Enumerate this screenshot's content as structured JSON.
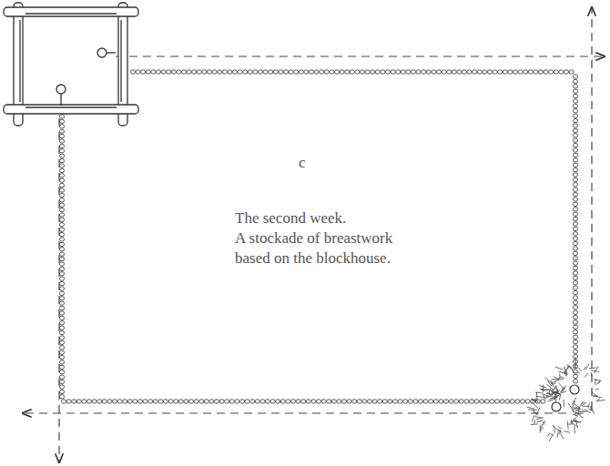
{
  "diagram": {
    "labels": [
      "c",
      "The second week.",
      "A stockade of breastwork based on the blockhouse."
    ]
  }
}
